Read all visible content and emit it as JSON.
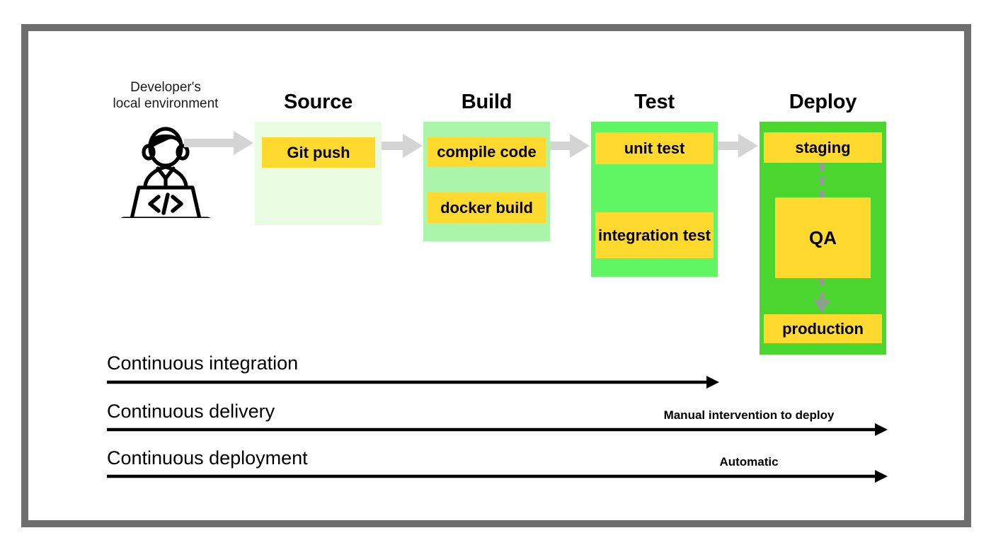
{
  "frame": {
    "border_color": "#6e6e6e",
    "background": "#ffffff"
  },
  "source_actor": {
    "label": "Developer's\nlocal environment",
    "icon": "developer-at-laptop-icon",
    "screen_glyph": "</>"
  },
  "colors": {
    "chip_yellow": "#ffd92e",
    "source_green": "#e9fbe1",
    "build_green": "#abf5ab",
    "test_green": "#5ff563",
    "deploy_green": "#4bd62f",
    "connector_gray": "#d4d4d4",
    "dashed_gray": "#9e9e9e",
    "text_black": "#000000"
  },
  "pipeline": {
    "stages": [
      {
        "title": "Source",
        "fill": "#e9fbe1",
        "items": [
          {
            "label": "Git push"
          }
        ]
      },
      {
        "title": "Build",
        "fill": "#abf5ab",
        "items": [
          {
            "label": "compile code"
          },
          {
            "label": "docker build"
          }
        ]
      },
      {
        "title": "Test",
        "fill": "#5ff563",
        "items": [
          {
            "label": "unit test"
          },
          {
            "label": "integration test"
          }
        ]
      },
      {
        "title": "Deploy",
        "fill": "#4bd62f",
        "items": [
          {
            "label": "staging"
          },
          {
            "label": "QA"
          },
          {
            "label": "production"
          }
        ]
      }
    ],
    "connectors": [
      {
        "from": "developer",
        "to": "Source",
        "style": "solid-gray-arrow"
      },
      {
        "from": "Source",
        "to": "Build",
        "style": "solid-gray-arrow"
      },
      {
        "from": "Build",
        "to": "Test",
        "style": "solid-gray-arrow"
      },
      {
        "from": "Test",
        "to": "Deploy",
        "style": "solid-gray-arrow"
      }
    ],
    "deploy_internal_flow": [
      {
        "from": "staging",
        "to": "QA",
        "style": "dashed-gray-line"
      },
      {
        "from": "QA",
        "to": "production",
        "style": "dashed-gray-arrow"
      }
    ]
  },
  "phases": [
    {
      "label": "Continuous integration",
      "note": "",
      "arrow_end": "Test"
    },
    {
      "label": "Continuous delivery",
      "note": "Manual intervention to deploy",
      "arrow_end": "Deploy"
    },
    {
      "label": "Continuous deployment",
      "note": "Automatic",
      "arrow_end": "Deploy"
    }
  ],
  "phase_labels": {
    "ci": "Continuous integration",
    "cd": "Continuous delivery",
    "cdp": "Continuous deployment"
  },
  "phase_notes": {
    "manual": "Manual intervention to deploy",
    "automatic": "Automatic"
  },
  "stage_titles": {
    "source": "Source",
    "build": "Build",
    "test": "Test",
    "deploy": "Deploy"
  },
  "chips": {
    "git_push": "Git push",
    "compile_code": "compile code",
    "docker_build": "docker build",
    "unit_test": "unit test",
    "integration_test": "integration test",
    "staging": "staging",
    "qa": "QA",
    "production": "production"
  }
}
